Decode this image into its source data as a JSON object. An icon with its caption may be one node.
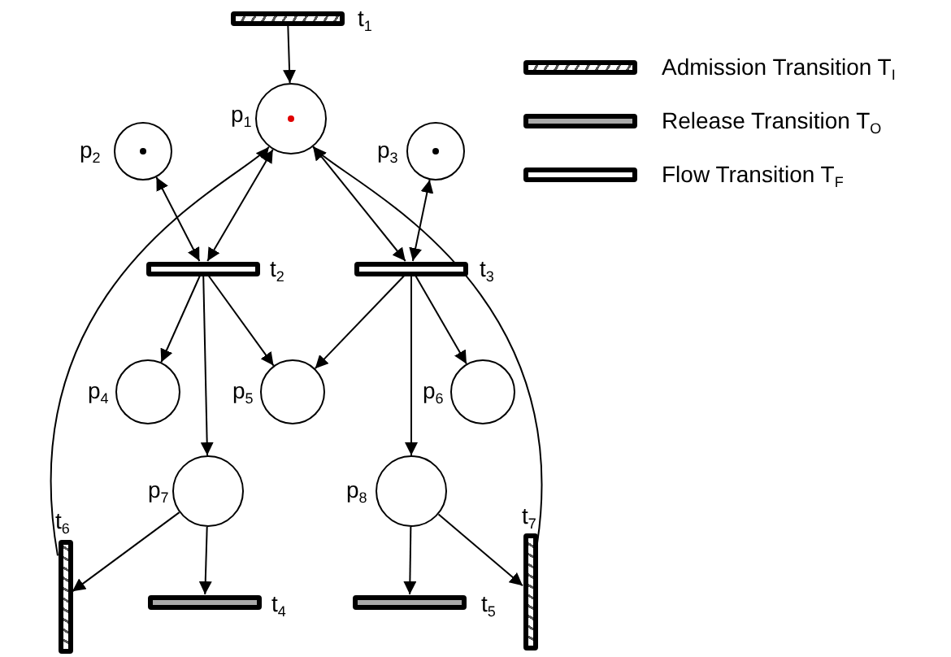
{
  "diagram": {
    "nodes": [
      {
        "text": [
          "t$_{1}$"
        ]
      },
      {
        "text": [
          "p$_{1}$"
        ]
      },
      {
        "text": [
          "p$_{2}$"
        ]
      },
      {
        "text": [
          "p$_{3}$"
        ]
      },
      {
        "text": [
          "t$_{2}$"
        ]
      },
      {
        "text": [
          "t$_{3}$"
        ]
      },
      {
        "text": [
          "p$_{4}$"
        ]
      },
      {
        "text": [
          "p$_{5}$"
        ]
      },
      {
        "text": [
          "p$_{6}$"
        ]
      },
      {
        "text": [
          "p$_{7}$"
        ]
      },
      {
        "text": [
          "p$_{8}$"
        ]
      },
      {
        "text": [
          "t$_{6}$"
        ]
      },
      {
        "text": [
          "t$_{7}$"
        ]
      },
      {
        "text": [
          "t$_{4}$"
        ]
      },
      {
        "text": [
          "t$_{5}$"
        ]
      }
    ],
    "edges": [
      {
        "from": 0,
        "to": 1,
        "arrow": "to"
      },
      {
        "from": 2,
        "to": 4,
        "arrow": "both"
      },
      {
        "from": 1,
        "to": 4,
        "arrow": "both"
      },
      {
        "from": 1,
        "to": 5,
        "arrow": "both"
      },
      {
        "from": 3,
        "to": 5,
        "arrow": "both"
      },
      {
        "from": 4,
        "to": 6,
        "arrow": "to"
      },
      {
        "from": 4,
        "to": 9,
        "arrow": "to"
      },
      {
        "from": 4,
        "to": 7,
        "arrow": "to"
      },
      {
        "from": 5,
        "to": 7,
        "arrow": "to"
      },
      {
        "from": 5,
        "to": 10,
        "arrow": "to"
      },
      {
        "from": 5,
        "to": 8,
        "arrow": "to"
      },
      {
        "from": 9,
        "to": 11,
        "arrow": "to"
      },
      {
        "from": 9,
        "to": 13,
        "arrow": "to"
      },
      {
        "from": 10,
        "to": 14,
        "arrow": "to"
      },
      {
        "from": 10,
        "to": 12,
        "arrow": "to"
      },
      {
        "from": 11,
        "to": 1,
        "arrow": "to"
      },
      {
        "from": 12,
        "to": 1,
        "arrow": "to"
      }
    ],
    "legend": [
      {
        "text": "Admission Transition T$_{I}$"
      },
      {
        "text": "Release Transition T$_{O}$"
      },
      {
        "text": "Flow Transition T$_{F}$"
      }
    ]
  }
}
